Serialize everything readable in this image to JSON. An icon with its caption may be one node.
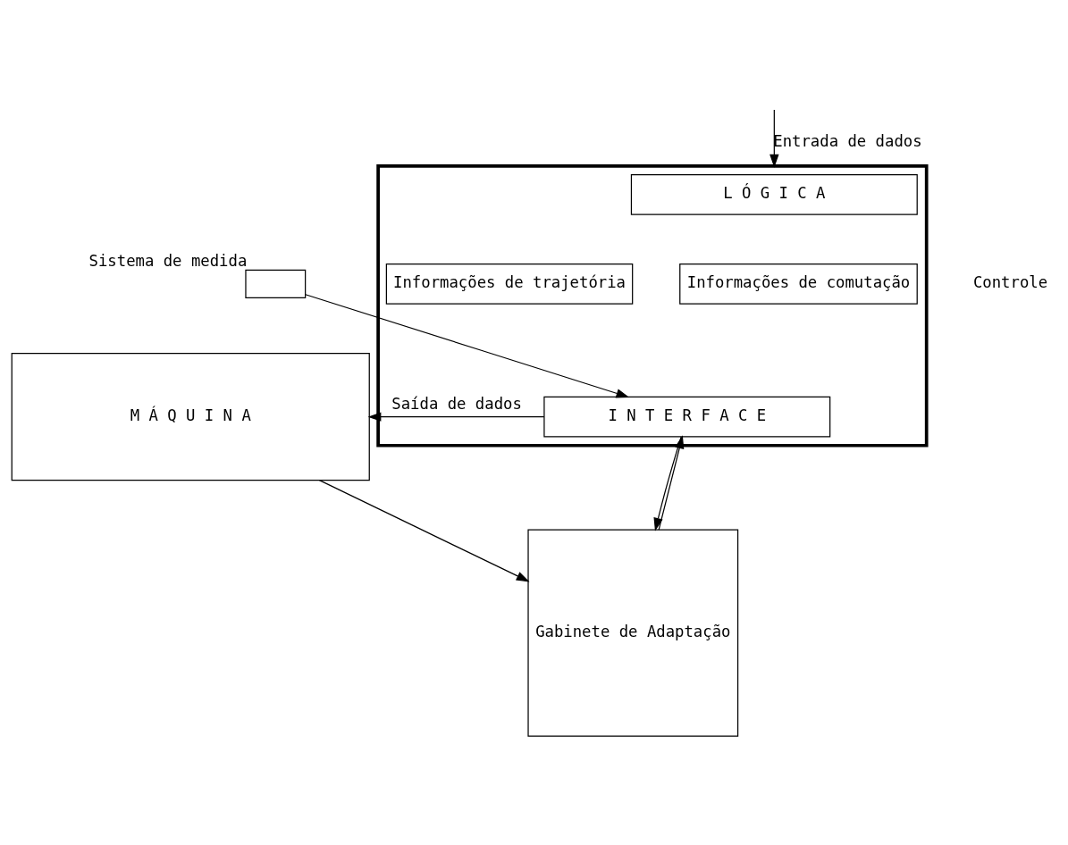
{
  "diagram": {
    "nodes": [
      {
        "text": [],
        "shape": "box",
        "beside": [
          "Controle"
        ]
      },
      {
        "text": [
          "L Ó G I C A"
        ],
        "in": 0
      },
      {
        "text": [
          "Informações de trajetória"
        ],
        "in": 0
      },
      {
        "text": [
          "Informações de comutação"
        ],
        "in": 0
      },
      {
        "text": [
          "I N T E R F A C E"
        ],
        "in": 0
      },
      {
        "text": [],
        "shape": "box",
        "beside": [
          "Sistema de medida"
        ]
      },
      {
        "text": [
          "M Á Q U I N A"
        ]
      },
      {
        "text": [
          "Gabinete de Adaptação"
        ]
      }
    ],
    "edges": [
      {
        "from": null,
        "to": 0,
        "arrow": "to",
        "label": "Entrada de dados"
      },
      {
        "from": 5,
        "to": 4,
        "arrow": "to"
      },
      {
        "from": 4,
        "to": 6,
        "arrow": "to",
        "label": "Saída de dados"
      },
      {
        "from": 7,
        "to": 4,
        "arrow": "to"
      },
      {
        "from": 4,
        "to": 7,
        "arrow": "to"
      },
      {
        "from": 6,
        "to": 7,
        "arrow": "to"
      }
    ]
  }
}
